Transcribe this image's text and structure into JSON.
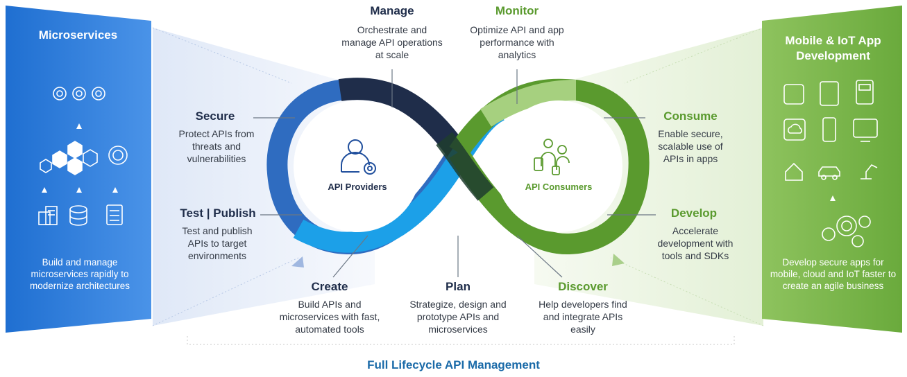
{
  "colors": {
    "navy": "#1f2d4a",
    "green": "#5a9a2e",
    "blue_panel": "#3d84dc",
    "green_panel": "#72b246",
    "footer_blue": "#1a6aa8",
    "body_text": "#333a45"
  },
  "left_panel": {
    "title": "Microservices",
    "description": "Build and manage microservices rapidly to modernize architectures",
    "icons": [
      "gears-icon",
      "hexagon-cluster-icon",
      "api-gear-icon",
      "server-rack-icon",
      "database-icon",
      "server-icon"
    ]
  },
  "right_panel": {
    "title": "Mobile & IoT App Development",
    "description": "Develop secure apps for mobile, cloud and IoT faster to create an agile business",
    "icons": [
      "app-icon",
      "tablet-icon",
      "payment-terminal-icon",
      "cloud-icon",
      "phone-icon",
      "monitor-icon",
      "smart-home-icon",
      "connected-car-icon",
      "robot-arm-icon",
      "api-gears-icon"
    ]
  },
  "hubs": {
    "providers": "API Providers",
    "consumers": "API Consumers"
  },
  "stages": {
    "manage": {
      "title": "Manage",
      "description": "Orchestrate and manage API operations at scale"
    },
    "monitor": {
      "title": "Monitor",
      "description": "Optimize API and app performance with analytics"
    },
    "secure": {
      "title": "Secure",
      "description": "Protect APIs from threats and vulnerabilities"
    },
    "test_publish": {
      "title": "Test | Publish",
      "description": "Test and publish APIs to target environments"
    },
    "create": {
      "title": "Create",
      "description": "Build APIs and microservices with fast, automated tools"
    },
    "plan": {
      "title": "Plan",
      "description": "Strategize, design and prototype APIs and microservices"
    },
    "discover": {
      "title": "Discover",
      "description": "Help developers find and integrate APIs easily"
    },
    "consume": {
      "title": "Consume",
      "description": "Enable secure, scalable use of APIs in apps"
    },
    "develop": {
      "title": "Develop",
      "description": "Accelerate development with tools and SDKs"
    }
  },
  "footer": "Full Lifecycle API Management"
}
